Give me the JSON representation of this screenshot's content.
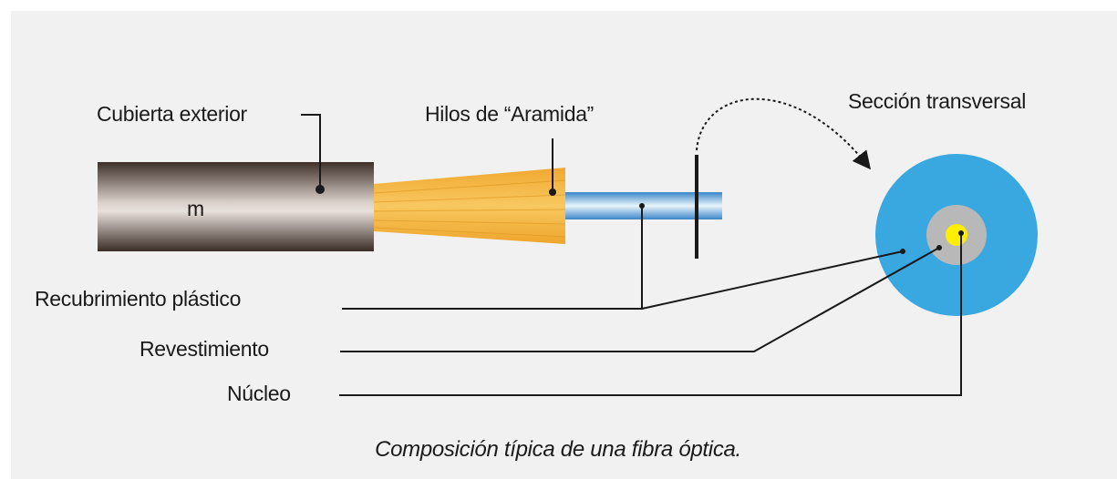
{
  "diagram": {
    "labels": {
      "outer_jacket": "Cubierta exterior",
      "aramid_yarns": "Hilos de “Aramida”",
      "cross_section": "Sección transversal",
      "plastic_coating": "Recubrimiento plástico",
      "cladding": "Revestimiento",
      "core": "Núcleo",
      "jacket_mark": "m"
    },
    "caption": "Composición típica de una fibra óptica.",
    "colors": {
      "background": "#f1f1f1",
      "jacket": "#5a4a42",
      "aramid": "#f2b33d",
      "fiber": "#4a9fd8",
      "cross_section_outer": "#3aa8e0",
      "cross_section_cladding": "#b8b8b8",
      "cross_section_core": "#ffee00",
      "lines": "#1a1a1a"
    }
  }
}
